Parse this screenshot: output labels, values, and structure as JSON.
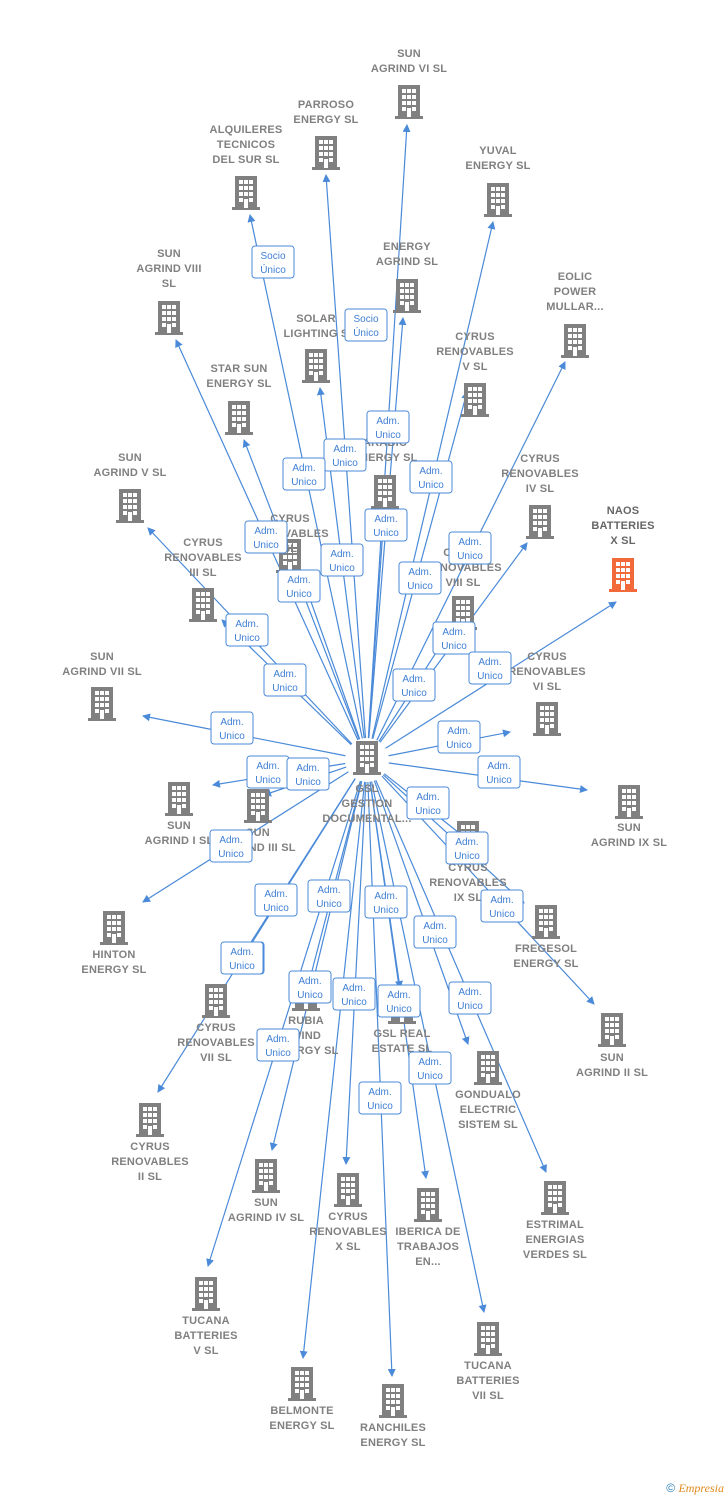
{
  "colors": {
    "edge": "#4a8ad8",
    "building": "#808080",
    "focus_building": "#f26a3a",
    "text": "#808080"
  },
  "center": {
    "label": [
      "GSL",
      "GESTION",
      "DOCUMENTAL..."
    ],
    "icon": "building-icon"
  },
  "nodes": [
    {
      "id": "sun-agrind-vi",
      "label": [
        "SUN",
        "AGRIND VI  SL"
      ]
    },
    {
      "id": "parroso",
      "label": [
        "PARROSO",
        "ENERGY  SL"
      ]
    },
    {
      "id": "alquileres",
      "label": [
        "ALQUILERES",
        "TECNICOS",
        "DEL SUR SL"
      ]
    },
    {
      "id": "yuval",
      "label": [
        "YUVAL",
        "ENERGY  SL"
      ]
    },
    {
      "id": "sun-agrind-viii",
      "label": [
        "SUN",
        "AGRIND VIII",
        "SL"
      ]
    },
    {
      "id": "energy-agrind",
      "label": [
        "ENERGY",
        "AGRIND  SL"
      ]
    },
    {
      "id": "eolic",
      "label": [
        "EOLIC",
        "POWER",
        "MULLAR..."
      ]
    },
    {
      "id": "solar-lighting",
      "label": [
        "SOLAR",
        "LIGHTING S"
      ]
    },
    {
      "id": "cyrus-v",
      "label": [
        "CYRUS",
        "RENOVABLES",
        "V  SL"
      ]
    },
    {
      "id": "star-sun",
      "label": [
        "STAR SUN",
        "ENERGY  SL"
      ]
    },
    {
      "id": "arabic",
      "label": [
        "ARABIC",
        "ENERGY  SL"
      ]
    },
    {
      "id": "sun-agrind-v",
      "label": [
        "SUN",
        "AGRIND V  SL"
      ]
    },
    {
      "id": "cyrus-iv",
      "label": [
        "CYRUS",
        "RENOVABLES",
        "IV  SL"
      ]
    },
    {
      "id": "naos",
      "label": [
        "NAOS",
        "BATTERIES",
        "X  SL"
      ],
      "focus": true
    },
    {
      "id": "cyrus-renov-mid",
      "label": [
        "CYRUS",
        "RENOVABLES",
        "SL"
      ]
    },
    {
      "id": "cyrus-iii",
      "label": [
        "CYRUS",
        "RENOVABLES",
        "III  SL"
      ]
    },
    {
      "id": "cyrus-viii",
      "label": [
        "CYRUS",
        "RENOVABLES",
        "VIII  SL"
      ]
    },
    {
      "id": "sun-agrind-vii",
      "label": [
        "SUN",
        "AGRIND VII  SL"
      ]
    },
    {
      "id": "cyrus-vi",
      "label": [
        "CYRUS",
        "RENOVABLES",
        "VI  SL"
      ]
    },
    {
      "id": "sun-agrind-i",
      "label": [
        "SUN",
        "AGRIND I  SL"
      ]
    },
    {
      "id": "sun-agrind-iii",
      "label": [
        "SUN",
        "AGRIND III  SL"
      ]
    },
    {
      "id": "sun-agrind-ix",
      "label": [
        "SUN",
        "AGRIND IX  SL"
      ]
    },
    {
      "id": "cyrus-ix",
      "label": [
        "CYRUS",
        "RENOVABLES",
        "IX  SL"
      ]
    },
    {
      "id": "hinton",
      "label": [
        "HINTON",
        "ENERGY  SL"
      ]
    },
    {
      "id": "fregesol",
      "label": [
        "FREGESOL",
        "ENERGY  SL"
      ]
    },
    {
      "id": "cyrus-vii",
      "label": [
        "CYRUS",
        "RENOVABLES",
        "VII  SL"
      ]
    },
    {
      "id": "rubia",
      "label": [
        "RUBIA",
        "WIND",
        "ENERGY  SL"
      ]
    },
    {
      "id": "gsl-real",
      "label": [
        "GSL REAL",
        "ESTATE  SL"
      ]
    },
    {
      "id": "sun-agrind-ii",
      "label": [
        "SUN",
        "AGRIND II  SL"
      ]
    },
    {
      "id": "gondualo",
      "label": [
        "GONDUALO",
        "ELECTRIC",
        "SISTEM  SL"
      ]
    },
    {
      "id": "cyrus-ii",
      "label": [
        "CYRUS",
        "RENOVABLES",
        "II  SL"
      ]
    },
    {
      "id": "sun-agrind-iv",
      "label": [
        "SUN",
        "AGRIND IV  SL"
      ]
    },
    {
      "id": "cyrus-x",
      "label": [
        "CYRUS",
        "RENOVABLES",
        "X  SL"
      ]
    },
    {
      "id": "iberica",
      "label": [
        "IBERICA DE",
        "TRABAJOS",
        "EN..."
      ]
    },
    {
      "id": "estrimal",
      "label": [
        "ESTRIMAL",
        "ENERGIAS",
        "VERDES  SL"
      ]
    },
    {
      "id": "tucana-v",
      "label": [
        "TUCANA",
        "BATTERIES",
        "V  SL"
      ]
    },
    {
      "id": "tucana-vii",
      "label": [
        "TUCANA",
        "BATTERIES",
        "VII  SL"
      ]
    },
    {
      "id": "belmonte",
      "label": [
        "BELMONTE",
        "ENERGY  SL"
      ]
    },
    {
      "id": "ranchiles",
      "label": [
        "RANCHILES",
        "ENERGY  SL"
      ]
    }
  ],
  "edges": [
    {
      "to": "sun-agrind-vi",
      "label": [
        "Socio",
        "Único"
      ]
    },
    {
      "to": "parroso",
      "label": [
        "Adm.",
        "Unico"
      ]
    },
    {
      "to": "alquileres",
      "label": [
        "Socio",
        "Único"
      ]
    },
    {
      "to": "yuval",
      "label": [
        "Adm.",
        "Unico"
      ]
    },
    {
      "to": "sun-agrind-viii",
      "label": [
        "Adm.",
        "Unico"
      ]
    },
    {
      "to": "energy-agrind",
      "label": [
        "Adm.",
        "Unico"
      ]
    },
    {
      "to": "eolic",
      "label": [
        "Adm.",
        "Unico"
      ]
    },
    {
      "to": "solar-lighting",
      "label": [
        "Adm.",
        "Unico"
      ]
    },
    {
      "to": "cyrus-v",
      "label": [
        "Adm.",
        "Unico"
      ]
    },
    {
      "to": "star-sun",
      "label": [
        "Adm.",
        "Unico"
      ]
    },
    {
      "to": "arabic",
      "label": [
        "Adm.",
        "Unico"
      ]
    },
    {
      "to": "sun-agrind-v",
      "label": [
        "Adm.",
        "Unico"
      ]
    },
    {
      "to": "cyrus-iv",
      "label": [
        "Adm.",
        "Unico"
      ]
    },
    {
      "to": "naos",
      "label": [
        "Adm.",
        "Unico"
      ]
    },
    {
      "to": "cyrus-renov-mid",
      "label": [
        "Adm.",
        "Unico"
      ]
    },
    {
      "to": "cyrus-iii",
      "label": [
        "Adm.",
        "Unico"
      ]
    },
    {
      "to": "cyrus-viii",
      "label": [
        "Adm.",
        "Unico"
      ]
    },
    {
      "to": "sun-agrind-vii",
      "label": [
        "Adm.",
        "Unico"
      ]
    },
    {
      "to": "cyrus-vi",
      "label": [
        "Adm.",
        "Unico"
      ]
    },
    {
      "to": "sun-agrind-i",
      "label": [
        "Adm.",
        "Unico"
      ]
    },
    {
      "to": "sun-agrind-iii",
      "label": [
        "Adm.",
        "Unico"
      ]
    },
    {
      "to": "sun-agrind-ix",
      "label": [
        "Adm.",
        "Unico"
      ]
    },
    {
      "to": "cyrus-ix",
      "label": [
        "Adm.",
        "Unico"
      ]
    },
    {
      "to": "hinton",
      "label": [
        "Adm.",
        "Unico"
      ]
    },
    {
      "to": "fregesol",
      "label": [
        "Adm.",
        "Unico"
      ]
    },
    {
      "to": "cyrus-vii",
      "label": [
        "Adm.",
        "Unico"
      ]
    },
    {
      "to": "rubia",
      "label": [
        "Adm.",
        "Unico"
      ]
    },
    {
      "to": "gsl-real",
      "label": [
        "Adm.",
        "Unico"
      ]
    },
    {
      "to": "sun-agrind-ii",
      "label": [
        "Adm.",
        "Unico"
      ]
    },
    {
      "to": "gondualo",
      "label": [
        "Adm.",
        "Unico"
      ]
    },
    {
      "to": "cyrus-ii",
      "label": [
        "Adm.",
        "Unico"
      ]
    },
    {
      "to": "sun-agrind-iv",
      "label": [
        "Adm.",
        "Unico"
      ]
    },
    {
      "to": "cyrus-x",
      "label": [
        "Adm.",
        "Unico"
      ]
    },
    {
      "to": "iberica",
      "label": [
        "Adm.",
        "Unico"
      ]
    },
    {
      "to": "estrimal",
      "label": [
        "Adm.",
        "Unico"
      ]
    },
    {
      "to": "tucana-v",
      "label": [
        "Adm.",
        "Unico"
      ]
    },
    {
      "to": "tucana-vii",
      "label": [
        "Adm.",
        "Unico"
      ]
    },
    {
      "to": "belmonte",
      "label": [
        "Adm.",
        "Unico"
      ]
    },
    {
      "to": "ranchiles",
      "label": [
        "Adm.",
        "Unico"
      ]
    }
  ],
  "footer": {
    "copyright": "©",
    "brand": "Empresia"
  }
}
